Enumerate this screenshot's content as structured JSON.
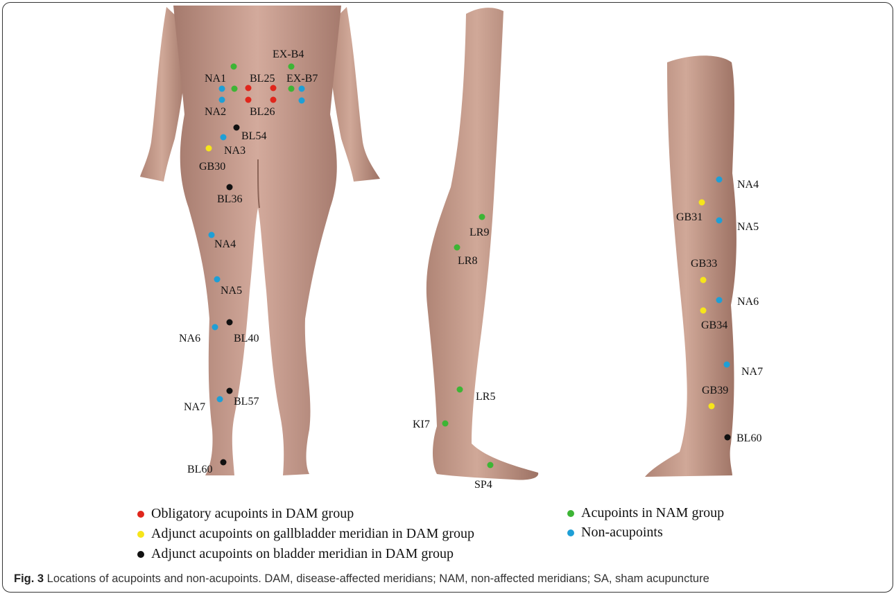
{
  "colors": {
    "obligatory": "#e0261c",
    "gallbladder": "#f6e51a",
    "bladder": "#111111",
    "nam": "#3db535",
    "non_acupoint": "#1e9fd6",
    "skin": "#c69a8c"
  },
  "back_view": {
    "labels": {
      "na1": "NA1",
      "na2": "NA2",
      "bl25": "BL25",
      "bl26": "BL26",
      "exb4": "EX-B4",
      "exb7": "EX-B7",
      "bl54": "BL54",
      "na3": "NA3",
      "gb30": "GB30",
      "bl36": "BL36",
      "na4": "NA4",
      "na5": "NA5",
      "na6": "NA6",
      "bl40": "BL40",
      "na7": "NA7",
      "bl57": "BL57",
      "bl60": "BL60"
    }
  },
  "medial_view": {
    "labels": {
      "lr9": "LR9",
      "lr8": "LR8",
      "lr5": "LR5",
      "ki7": "KI7",
      "sp4": "SP4"
    }
  },
  "lateral_view": {
    "labels": {
      "na4": "NA4",
      "gb31": "GB31",
      "na5": "NA5",
      "gb33": "GB33",
      "na6": "NA6",
      "gb34": "GB34",
      "na7": "NA7",
      "gb39": "GB39",
      "bl60": "BL60"
    }
  },
  "legend": {
    "obligatory": "Obligatory acupoints in DAM group",
    "gallbladder": "Adjunct acupoints on gallbladder meridian in DAM group",
    "bladder": "Adjunct acupoints on bladder meridian in DAM group",
    "nam": "Acupoints in NAM group",
    "non_acupoint": "Non-acupoints"
  },
  "caption": {
    "prefix": "Fig. 3",
    "text": " Locations of acupoints and non-acupoints. DAM, disease-affected meridians; NAM, non-affected meridians; SA, sham acupuncture"
  }
}
